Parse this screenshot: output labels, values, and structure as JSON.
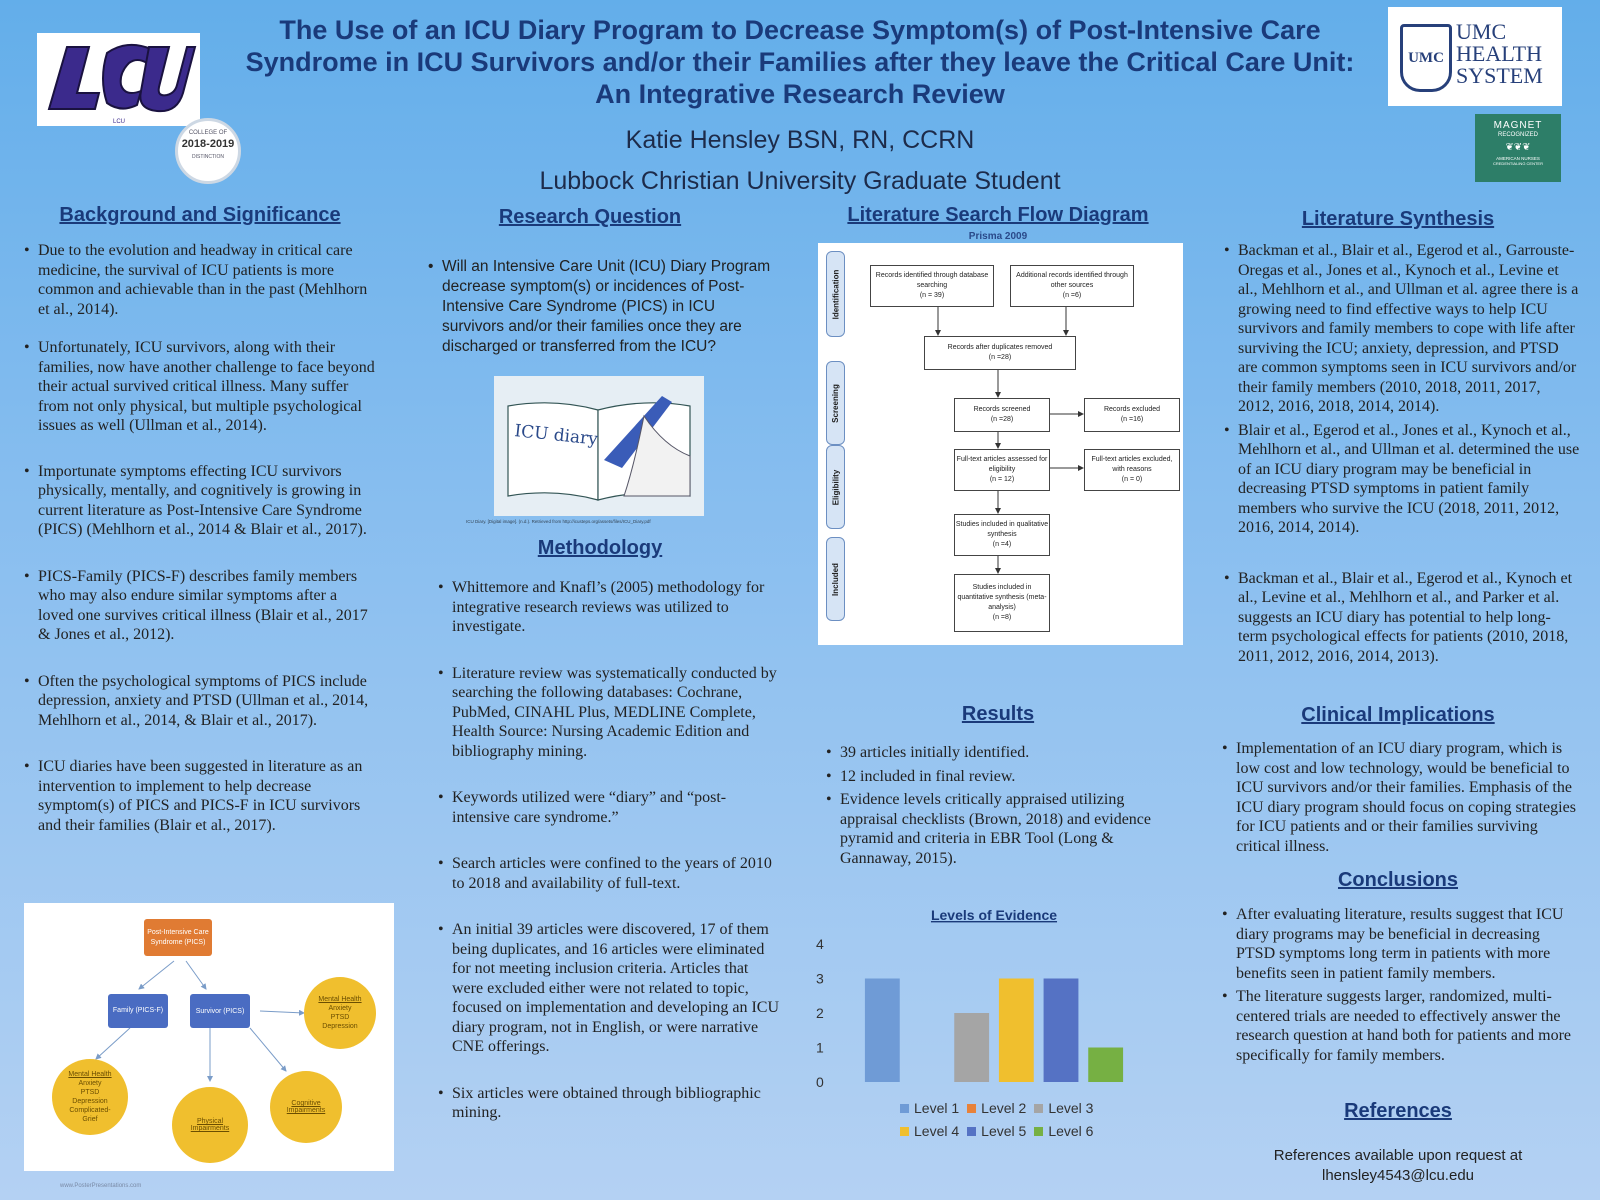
{
  "title": "The Use of an ICU Diary Program to Decrease Symptom(s) of Post-Intensive Care Syndrome in ICU Survivors and/or their Families after they leave the Critical Care Unit: An Integrative Research Review",
  "author": "Katie Hensley BSN, RN, CCRN",
  "affiliation": "Lubbock Christian University Graduate Student",
  "logos": {
    "lcu": "LCU",
    "badge_top": "COLLEGE OF",
    "badge_year": "2018-2019",
    "badge_bottom": "DISTINCTION",
    "umc_mark": "UMC",
    "umc_line1": "UMC",
    "umc_line2": "HEALTH",
    "umc_line3": "SYSTEM",
    "magnet_title": "MAGNET",
    "magnet_sub": "RECOGNIZED",
    "magnet_org1": "AMERICAN NURSES",
    "magnet_org2": "CREDENTIALING CENTER"
  },
  "background": {
    "heading": "Background and Significance",
    "bullets": [
      "Due to the evolution and headway in critical care medicine, the survival of ICU patients is more common and achievable than in the past (Mehlhorn et al., 2014).",
      " Unfortunately, ICU survivors, along with their families, now have another challenge to face beyond their actual survived critical illness. Many suffer from not only physical, but multiple psychological issues as well (Ullman et al., 2014).",
      "Importunate symptoms effecting ICU survivors physically, mentally, and cognitively is growing in current literature as Post-Intensive Care Syndrome (PICS) (Mehlhorn et al., 2014 & Blair et al., 2017).",
      "PICS-Family (PICS-F) describes family members who may also endure similar symptoms after a loved one survives critical illness (Blair et al., 2017 & Jones et al., 2012).",
      "Often the psychological symptoms of PICS include depression, anxiety and PTSD (Ullman et al., 2014, Mehlhorn et al., 2014, & Blair et al., 2017).",
      "ICU diaries have been suggested in literature as an intervention to implement to help decrease symptom(s) of PICS and PICS-F in ICU survivors and their families (Blair et al., 2017)."
    ]
  },
  "pics_diagram": {
    "root": "Post-Intensive Care Syndrome (PICS)",
    "family": "Family (PICS-F)",
    "survivor": "Survivor (PICS)",
    "mh_right_title": "Mental Health",
    "mh_right_items": "Anxiety\nPTSD\nDepression",
    "mh_left_title": "Mental Health",
    "mh_left_items": "Anxiety\nPTSD\nDepression\nComplicated-\nGrief",
    "physical": "Physical Impairments",
    "cognitive": "Cognitive Impairments",
    "credit": "www.PosterPresentations.com"
  },
  "research_question": {
    "heading": "Research Question",
    "bullet": "Will an Intensive Care Unit (ICU) Diary Program decrease symptom(s) or incidences of Post-Intensive Care Syndrome (PICS) in ICU survivors and/or their families once they are discharged or transferred from the ICU?",
    "image_text": "ICU diary",
    "caption": "ICU Diary. [Digital image]. (n.d.). Retrieved from http://icusteps.org/assets/files/ICU_Diary.pdf"
  },
  "methodology": {
    "heading": "Methodology",
    "bullets": [
      "Whittemore and Knafl’s (2005) methodology for integrative research reviews was utilized to investigate.",
      "Literature review was systematically conducted by searching the following databases: Cochrane, PubMed, CINAHL Plus, MEDLINE Complete, Health Source: Nursing Academic Edition and bibliography mining.",
      "Keywords utilized were “diary” and “post-intensive care syndrome.”",
      "Search articles were confined to the years of 2010 to 2018 and availability of full-text.",
      "An initial 39 articles were discovered, 17 of them being duplicates, and 16 articles were eliminated for not meeting inclusion criteria. Articles that were excluded either were not related to topic, focused on implementation and developing an ICU diary program, not in English, or were narrative CNE offerings.",
      "Six articles were obtained through bibliographic mining."
    ]
  },
  "flow": {
    "heading": "Literature Search Flow Diagram",
    "subheading": "Prisma 2009",
    "stages": [
      "Identification",
      "Screening",
      "Eligibility",
      "Included"
    ],
    "db": "Records identified through database searching\n(n = 39)",
    "other": "Additional records identified through other sources\n(n =6)",
    "dups": "Records after duplicates removed\n(n =28)",
    "screened": "Records screened\n(n =28)",
    "excluded": "Records excluded\n(n =16)",
    "fulltext": "Full-text articles assessed for eligibility\n(n = 12)",
    "ft_excluded": "Full-text articles excluded, with reasons\n(n = 0)",
    "qual": "Studies included in qualitative synthesis\n(n =4)",
    "quant": "Studies included in quantitative synthesis (meta-analysis)\n(n =8)"
  },
  "results": {
    "heading": "Results",
    "bullets": [
      "39 articles initially identified.",
      "12 included in final review.",
      "Evidence levels critically appraised utilizing appraisal checklists (Brown, 2018) and evidence pyramid and criteria in EBR Tool (Long & Gannaway, 2015)."
    ]
  },
  "chart_data": {
    "type": "bar",
    "title": "Levels of Evidence",
    "categories": [
      "Level 1",
      "Level 2",
      "Level 3",
      "Level 4",
      "Level 5",
      "Level 6"
    ],
    "values": [
      3,
      0,
      2,
      3,
      3,
      1
    ],
    "colors": [
      "#6f9bd6",
      "#e8823a",
      "#a5a5a5",
      "#f0bf2e",
      "#5572c4",
      "#76b043"
    ],
    "ylim": [
      0,
      4
    ],
    "yticks": [
      "0",
      "1",
      "2",
      "3",
      "4"
    ],
    "grid": false,
    "legend": "bottom"
  },
  "synthesis": {
    "heading": "Literature Synthesis",
    "bullets": [
      "Backman et al., Blair et al., Egerod et al., Garrouste-Oregas et al., Jones et al., Kynoch et al., Levine et al., Mehlhorn et al., and Ullman et al. agree there is a growing need to find effective ways to help ICU survivors and family members to cope with life after surviving the ICU; anxiety, depression, and PTSD are common symptoms seen in ICU survivors and/or their family members (2010, 2018, 2011, 2017, 2012, 2016, 2018, 2014, 2014).",
      "Blair et al., Egerod et al., Jones et al., Kynoch et al., Mehlhorn et al., and Ullman et al. determined the use of an ICU diary program may be beneficial in decreasing PTSD symptoms in patient family members who survive the ICU (2018, 2011, 2012, 2016, 2014, 2014).",
      "Backman et al., Blair et al., Egerod et al., Kynoch et al., Levine et al., Mehlhorn et al., and Parker et al. suggests an ICU diary has potential to help long-term psychological effects for patients (2010, 2018, 2011, 2012, 2016, 2014, 2013)."
    ]
  },
  "implications": {
    "heading": "Clinical Implications",
    "bullet": "Implementation of an ICU diary program, which is low cost and low technology,  would be beneficial to ICU survivors and/or their families. Emphasis of the ICU diary program should focus on coping strategies for ICU patients and or their families surviving critical illness."
  },
  "conclusions": {
    "heading": "Conclusions",
    "bullets": [
      "After evaluating literature, results suggest that ICU diary programs may be beneficial in decreasing PTSD symptoms long term in patients with more benefits seen in patient family members.",
      "The literature suggests larger, randomized, multi-centered trials are needed to effectively answer the research question at hand both for patients and more specifically for family members."
    ]
  },
  "references": {
    "heading": "References",
    "line1": "References available upon request at",
    "line2": "lhensley4543@lcu.edu"
  }
}
